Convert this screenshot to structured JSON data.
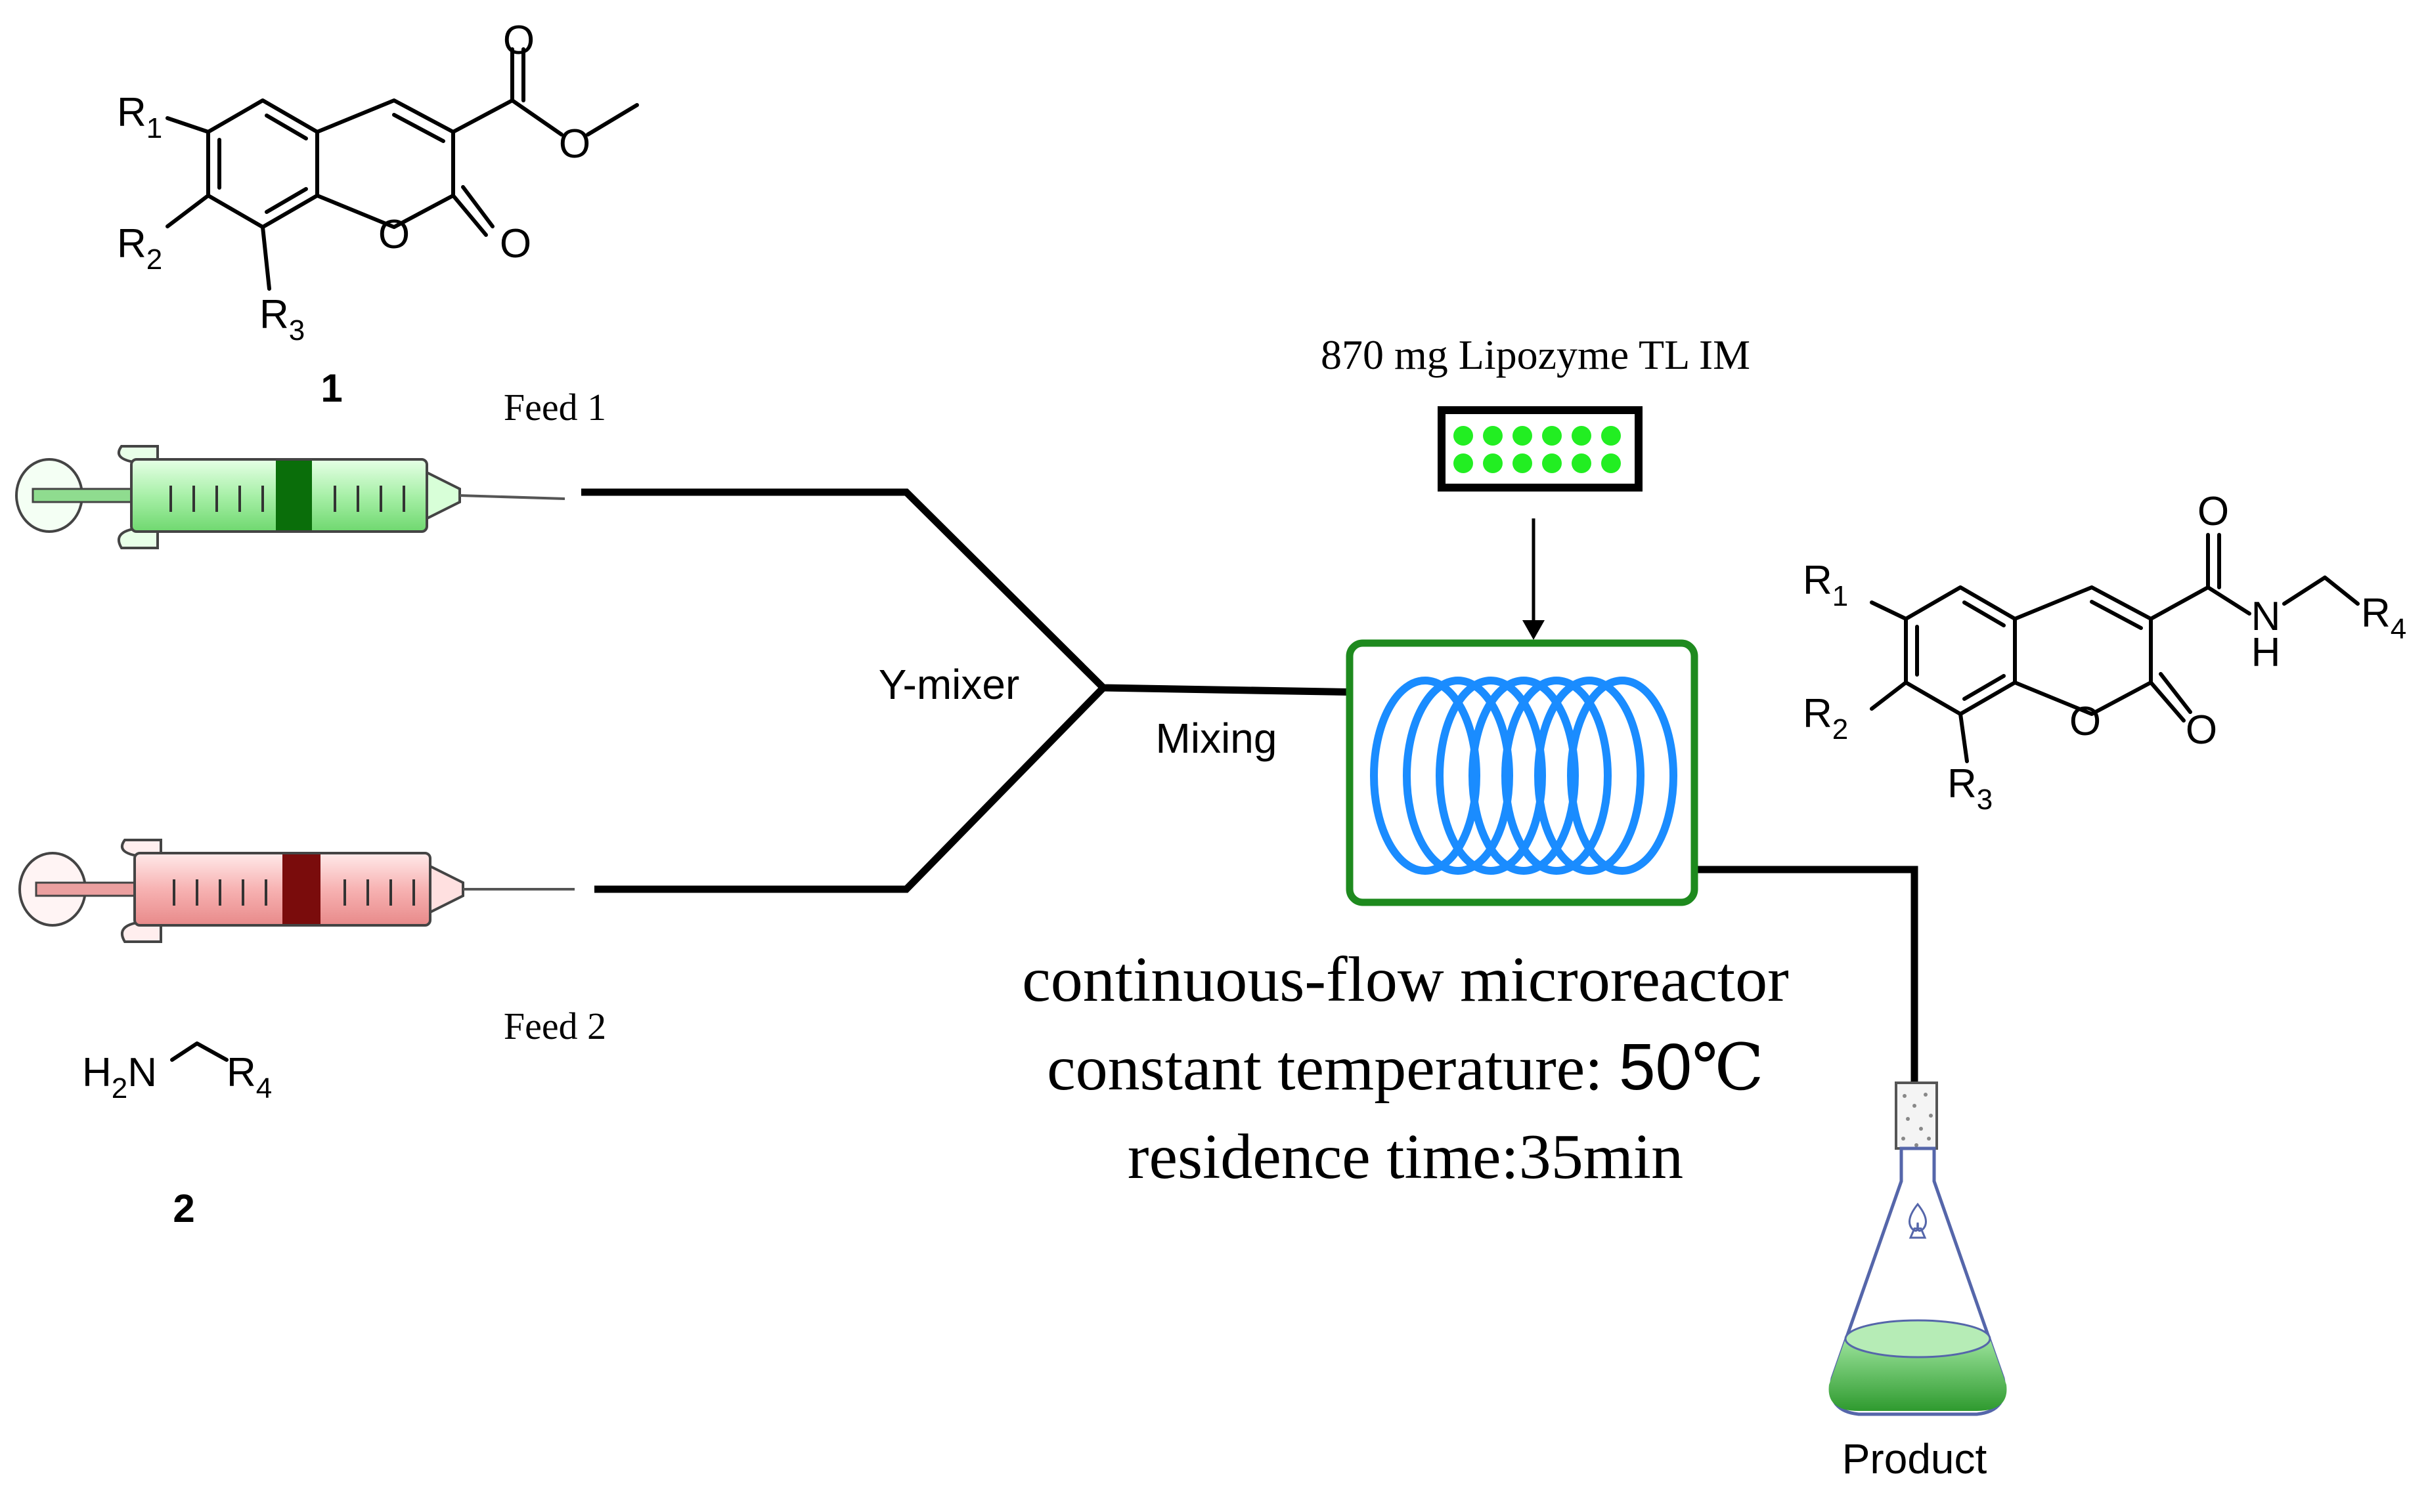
{
  "compound1": {
    "label": "1",
    "substituents": {
      "r1": "R",
      "r1_sub": "1",
      "r2": "R",
      "r2_sub": "2",
      "r3": "R",
      "r3_sub": "3"
    },
    "atoms": {
      "ring_o": "O",
      "carbonyl_o": "O",
      "ester_o_carbonyl": "O",
      "ester_o": "O"
    }
  },
  "compound2": {
    "label": "2",
    "amine": "H",
    "amine_sub": "2",
    "amine_n": "N",
    "r4": "R",
    "r4_sub": "4"
  },
  "product_structure": {
    "substituents": {
      "r1": "R",
      "r1_sub": "1",
      "r2": "R",
      "r2_sub": "2",
      "r3": "R",
      "r3_sub": "3",
      "r4": "R",
      "r4_sub": "4"
    },
    "atoms": {
      "ring_o": "O",
      "carbonyl_o": "O",
      "amide_o": "O",
      "amide_n": "N",
      "amide_h": "H"
    }
  },
  "feeds": {
    "feed1": "Feed 1",
    "feed2": "Feed 2"
  },
  "mixer": {
    "label": "Y-mixer",
    "mixing": "Mixing"
  },
  "catalyst": {
    "label": "870 mg Lipozyme TL IM"
  },
  "reactor": {
    "line1": "continuous-flow microreactor",
    "line2_prefix": "constant temperature: ",
    "line2_value": "50",
    "line2_unit": "℃",
    "line3": "residence time:35min"
  },
  "flask": {
    "label": "Product"
  },
  "colors": {
    "feed1_liquid": "#a8f0a8",
    "feed1_plunger": "#0a6e0a",
    "feed2_liquid": "#f7b2b2",
    "feed2_plunger": "#7a0c0c",
    "reactor_border": "#1e8a1e",
    "coil": "#1a8cff",
    "catalyst_beads": "#22ee22",
    "flask_liquid": "#4db84d"
  }
}
